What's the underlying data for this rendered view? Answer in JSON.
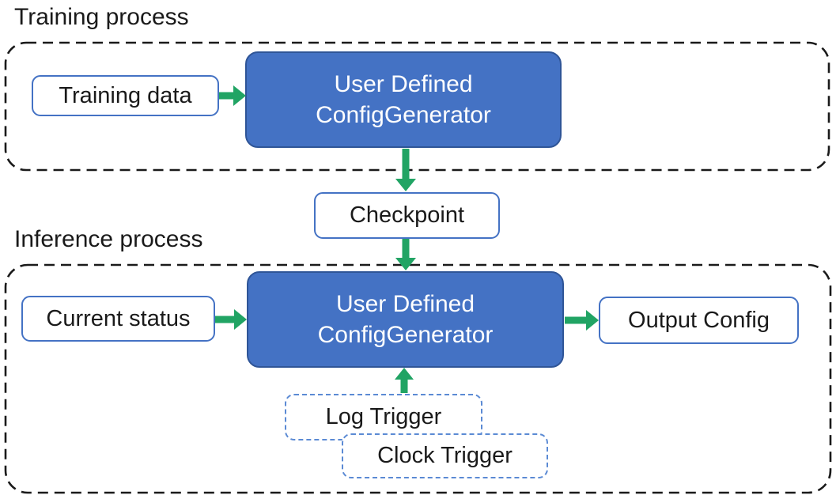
{
  "colors": {
    "generator_fill": "#4472C4",
    "generator_border": "#2F5597",
    "io_box_border": "#4472C4",
    "trigger_border": "#5B8AD4",
    "arrow_green": "#21A464",
    "container_dash": "#1A1A1A",
    "text_dark": "#1A1A1A",
    "text_light": "#FFFFFF"
  },
  "training": {
    "title": "Training process",
    "input_label": "Training data",
    "generator_line1": "User Defined",
    "generator_line2": "ConfigGenerator"
  },
  "checkpoint_label": "Checkpoint",
  "inference": {
    "title": "Inference process",
    "input_label": "Current status",
    "generator_line1": "User Defined",
    "generator_line2": "ConfigGenerator",
    "output_label": "Output Config",
    "triggers": [
      "Log Trigger",
      "Clock Trigger"
    ]
  }
}
